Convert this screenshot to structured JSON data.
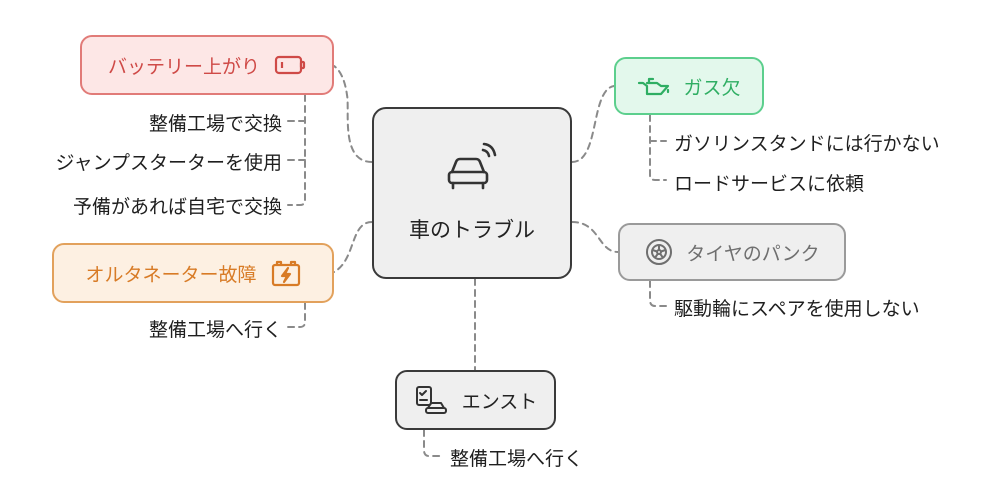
{
  "center": {
    "label": "車のトラブル",
    "icon": "car-signal-icon"
  },
  "branches": {
    "battery": {
      "label": "バッテリー上がり",
      "icon": "battery-icon",
      "color": "#cf4a47",
      "items": [
        "整備工場で交換",
        "ジャンプスターターを使用",
        "予備があれば自宅で交換"
      ]
    },
    "alternator": {
      "label": "オルタネーター故障",
      "icon": "battery-charge-icon",
      "color": "#d87b26",
      "items": [
        "整備工場へ行く"
      ]
    },
    "gas": {
      "label": "ガス欠",
      "icon": "oil-can-icon",
      "color": "#2fae63",
      "items": [
        "ガソリンスタンドには行かない",
        "ロードサービスに依頼"
      ]
    },
    "tire": {
      "label": "タイヤのパンク",
      "icon": "tire-icon",
      "color": "#6f6f6f",
      "items": [
        "駆動輪にスペアを使用しない"
      ]
    },
    "stall": {
      "label": "エンスト",
      "icon": "car-checklist-icon",
      "color": "#222222",
      "items": [
        "整備工場へ行く"
      ]
    }
  }
}
